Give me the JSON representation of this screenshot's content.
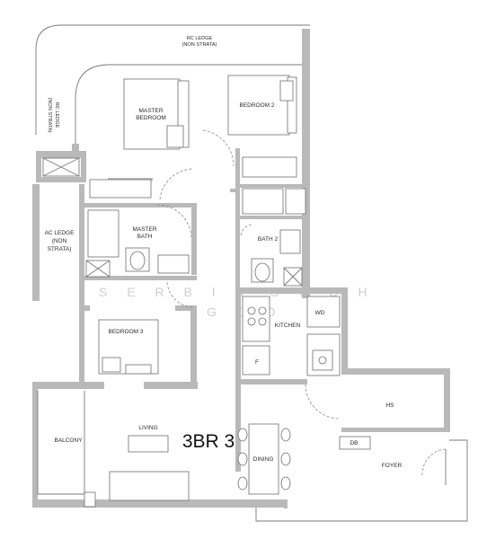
{
  "plan": {
    "unit_label": "3BR 3",
    "watermark": [
      "S E R B I N",
      "G O O H",
      "G O O"
    ],
    "rooms": {
      "rc_ledge_top": [
        "RC LEDGE",
        "(NON STRATA)"
      ],
      "rc_ledge_left": [
        "RC LEDGE",
        "(NON STRATA)"
      ],
      "master_bedroom": [
        "MASTER",
        "BEDROOM"
      ],
      "bedroom_2": "BEDROOM 2",
      "master_bath": [
        "MASTER",
        "BATH"
      ],
      "bath_2": "BATH 2",
      "ac_ledge": [
        "AC LEDGE",
        "(NON",
        "STRATA)"
      ],
      "bedroom_3": "BEDROOM 3",
      "kitchen": "KITCHEN",
      "wd": "WD",
      "fridge": "F",
      "hs": "HS",
      "living": "LIVING",
      "dining": "DINING",
      "balcony": "BALCONY",
      "db": "DB",
      "foyer": "FOYER"
    }
  }
}
